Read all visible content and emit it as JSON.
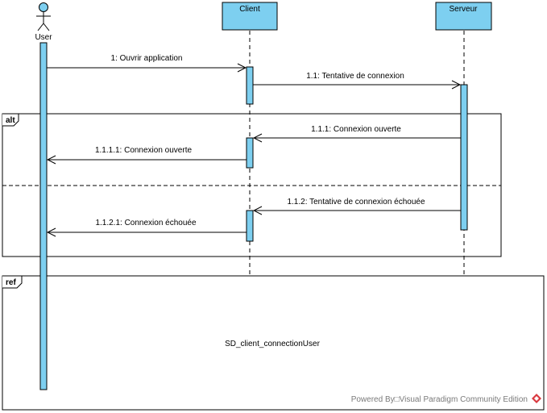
{
  "diagram": {
    "type": "sequence",
    "colors": {
      "fill": "#7dcff0",
      "stroke": "#000000",
      "watermark": "#7a7a7a",
      "logo": "#d9383f"
    },
    "actor": {
      "label": "User"
    },
    "lifelines": {
      "client": "Client",
      "server": "Serveur"
    },
    "messages": [
      {
        "label": "1: Ouvrir application",
        "from": "User",
        "to": "Client"
      },
      {
        "label": "1.1: Tentative de connexion",
        "from": "Client",
        "to": "Serveur"
      },
      {
        "label": "1.1.1: Connexion ouverte",
        "from": "Serveur",
        "to": "Client"
      },
      {
        "label": "1.1.1.1: Connexion ouverte",
        "from": "Client",
        "to": "User"
      },
      {
        "label": "1.1.2: Tentative de connexion échouée",
        "from": "Serveur",
        "to": "Client"
      },
      {
        "label": "1.1.2.1: Connexion échouée",
        "from": "Client",
        "to": "User"
      }
    ],
    "fragments": {
      "alt": {
        "tag": "alt"
      },
      "ref": {
        "tag": "ref",
        "name": "SD_client_connectionUser"
      }
    },
    "watermark": "Powered By□Visual Paradigm Community Edition",
    "watermark_icon": "visual-paradigm-logo-icon"
  }
}
